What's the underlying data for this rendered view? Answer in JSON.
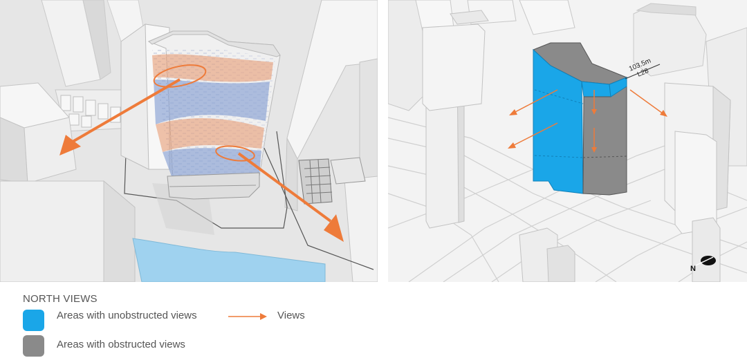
{
  "colors": {
    "unobstructed": "#1aa6e8",
    "obstructed": "#8a8a8a",
    "arrow": "#ee7b3a",
    "pattern_orange": "#e7956a",
    "pattern_blue": "#7e9ad0",
    "water": "#9fd2ef"
  },
  "left_view": {},
  "right_view": {
    "height_label": "103.5m",
    "level_label": "L28",
    "north_label": "N"
  },
  "legend": {
    "title": "NORTH VIEWS",
    "unobstructed_label": "Areas with unobstructed views",
    "obstructed_label": "Areas with obstructed views",
    "views_label": "Views"
  }
}
